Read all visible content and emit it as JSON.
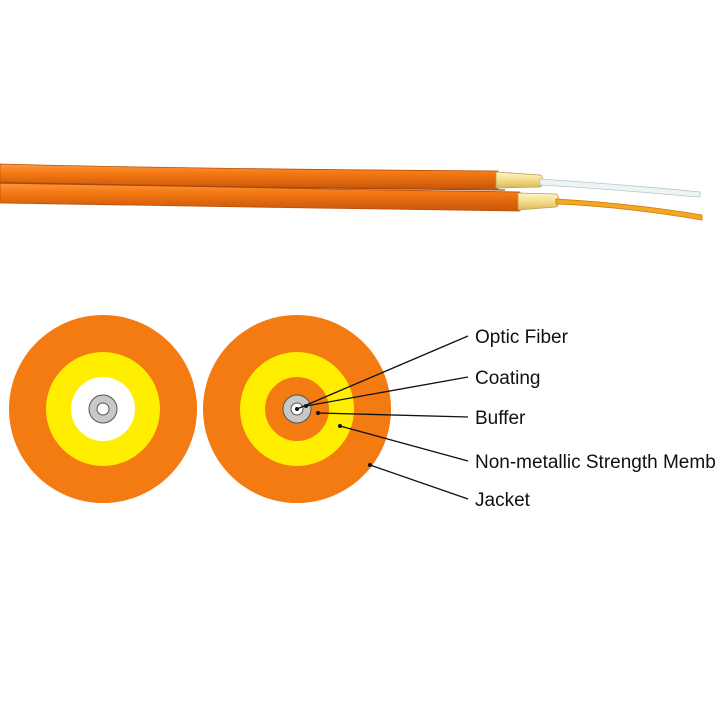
{
  "labels": {
    "optic_fiber": "Optic Fiber",
    "coating": "Coating",
    "buffer": "Buffer",
    "strength_member": "Non-metallic Strength Memb",
    "jacket": "Jacket"
  },
  "colors": {
    "jacket": "#f47a12",
    "strength_member": "#ffee00",
    "buffer_orange": "#f47a12",
    "buffer_white": "#ffffff",
    "coating": "#c8c8c8",
    "fiber_core": "#ffffff",
    "outline": "#555555",
    "leader_line": "#111111"
  },
  "icons": {
    "cable": "duplex-zipcord-cable-icon",
    "fiber_orange": "orange-fiber-strand-icon",
    "fiber_clear": "clear-fiber-strand-icon"
  }
}
